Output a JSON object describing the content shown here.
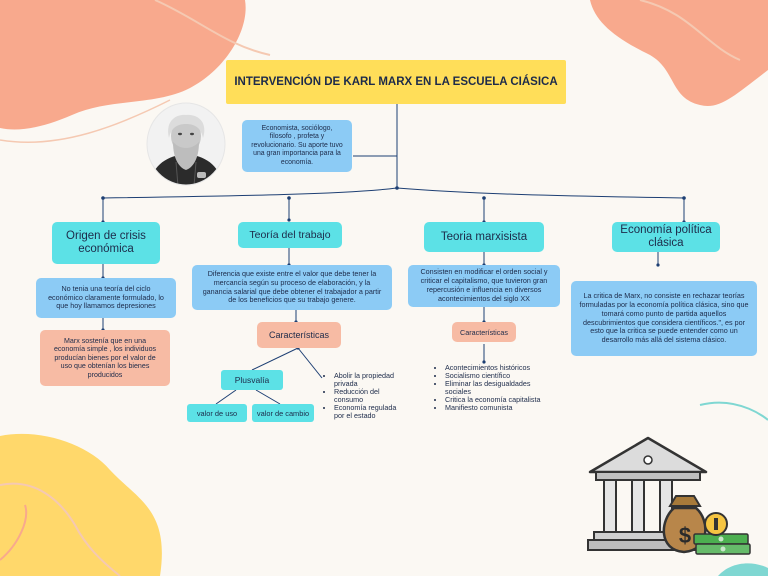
{
  "title": "INTERVENCIÓN DE KARL MARX EN LA ESCUELA CIÁSICA",
  "bio": "Economista, sociólogo, filosofo , profeta y revolucionario. Su aporte tuvo una gran importancia para la economía.",
  "branches": {
    "origen": {
      "title": "Origen de crisis económica",
      "desc": "No tenia una teoría del ciclo económico claramente formulado, lo que hoy llamamos depresiones",
      "note": "Marx sostenía que en una economía simple , los individuos producían bienes por el valor de uso que obtenían los bienes producidos"
    },
    "trabajo": {
      "title": "Teoría del trabajo",
      "desc": "Diferencia que existe entre el valor que debe tener la mercancía según su proceso de elaboración, y la ganancia salarial que debe obtener el trabajador a partir de los beneficios que su trabajo genere.",
      "features_label": "Características",
      "plusvalia": "Plusvalía",
      "valor_uso": "valor de uso",
      "valor_cambio": "valor de cambio",
      "items": [
        "Abolir la propiedad privada",
        "Reducción del consumo",
        "Economía regulada por el estado"
      ]
    },
    "marxismo": {
      "title": "Teoria marxisista",
      "desc": "Consisten en modificar el orden social y criticar el capitalismo, que tuvieron gran repercusión e influencia en diversos acontecimientos del siglo XX",
      "features_label": "Características",
      "items": [
        "Acontecimientos históricos",
        "Socialismo científico",
        "Eliminar las desigualdades sociales",
        "Critica la economía capitalista",
        "Manifiesto comunista"
      ]
    },
    "economia": {
      "title": "Economía política clásica",
      "desc": "La critica de Marx, no consiste en rechazar teorías formuladas por la economía política clásica, sino que tomará como punto de partida aquellos descubrimientos que considera científicos.\", es por esto que la critica se puede entender como un desarrollo más allá del sistema clásico."
    }
  },
  "icons": [
    "portrait-icon",
    "bank-building-icon",
    "money-bag-icon",
    "coin-icon",
    "banknotes-icon"
  ],
  "colors": {
    "title_bg": "#ffde59",
    "node_cyan": "#5ce1e6",
    "node_blue": "#8ccbf5",
    "node_salmon": "#f7bba4",
    "line": "#1d3f73"
  }
}
